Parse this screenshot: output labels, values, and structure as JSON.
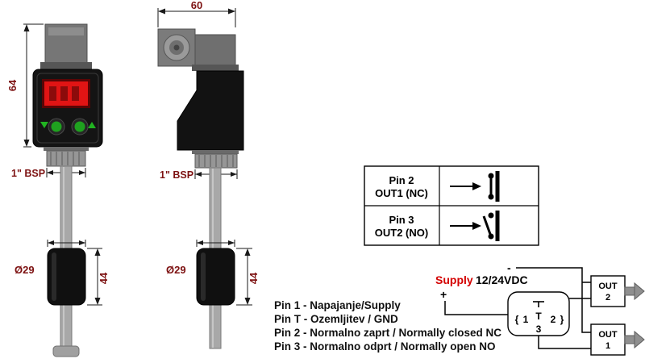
{
  "front_view": {
    "height_dim": "64",
    "thread_label": "1\" BSP",
    "float_diameter": "Ø29",
    "float_length": "44"
  },
  "side_view": {
    "width_dim": "60",
    "thread_label": "1\" BSP",
    "float_diameter": "Ø29",
    "float_length": "44"
  },
  "pin_legend": {
    "line1": "Pin 1 - Napajanje/Supply",
    "line2": "Pin T - Ozemljitev / GND",
    "line3": "Pin 2 - Normalno zaprt / Normally closed NC",
    "line4": "Pin 3 - Normalno odprt / Normally open NO"
  },
  "output_table": {
    "row1_pin": "Pin 2",
    "row1_out": "OUT1 (NC)",
    "row2_pin": "Pin 3",
    "row2_out": "OUT2 (NO)"
  },
  "schematic": {
    "supply_label": "Supply",
    "voltage": "12/24VDC",
    "plus": "+",
    "minus": "-",
    "brace_left": "{",
    "pin1": "1",
    "pinT": "T",
    "pin2": "2",
    "brace_right": "}",
    "pin3": "3",
    "out2_line1": "OUT",
    "out2_line2": "2",
    "out1_line1": "OUT",
    "out1_line2": "1"
  },
  "colors": {
    "dimension_text": "#7d1212",
    "supply_text": "#d40000",
    "display_red": "#e11414",
    "button_green": "#1fa11f",
    "body_black": "#121212",
    "metal_gray": "#a8a8a8"
  }
}
